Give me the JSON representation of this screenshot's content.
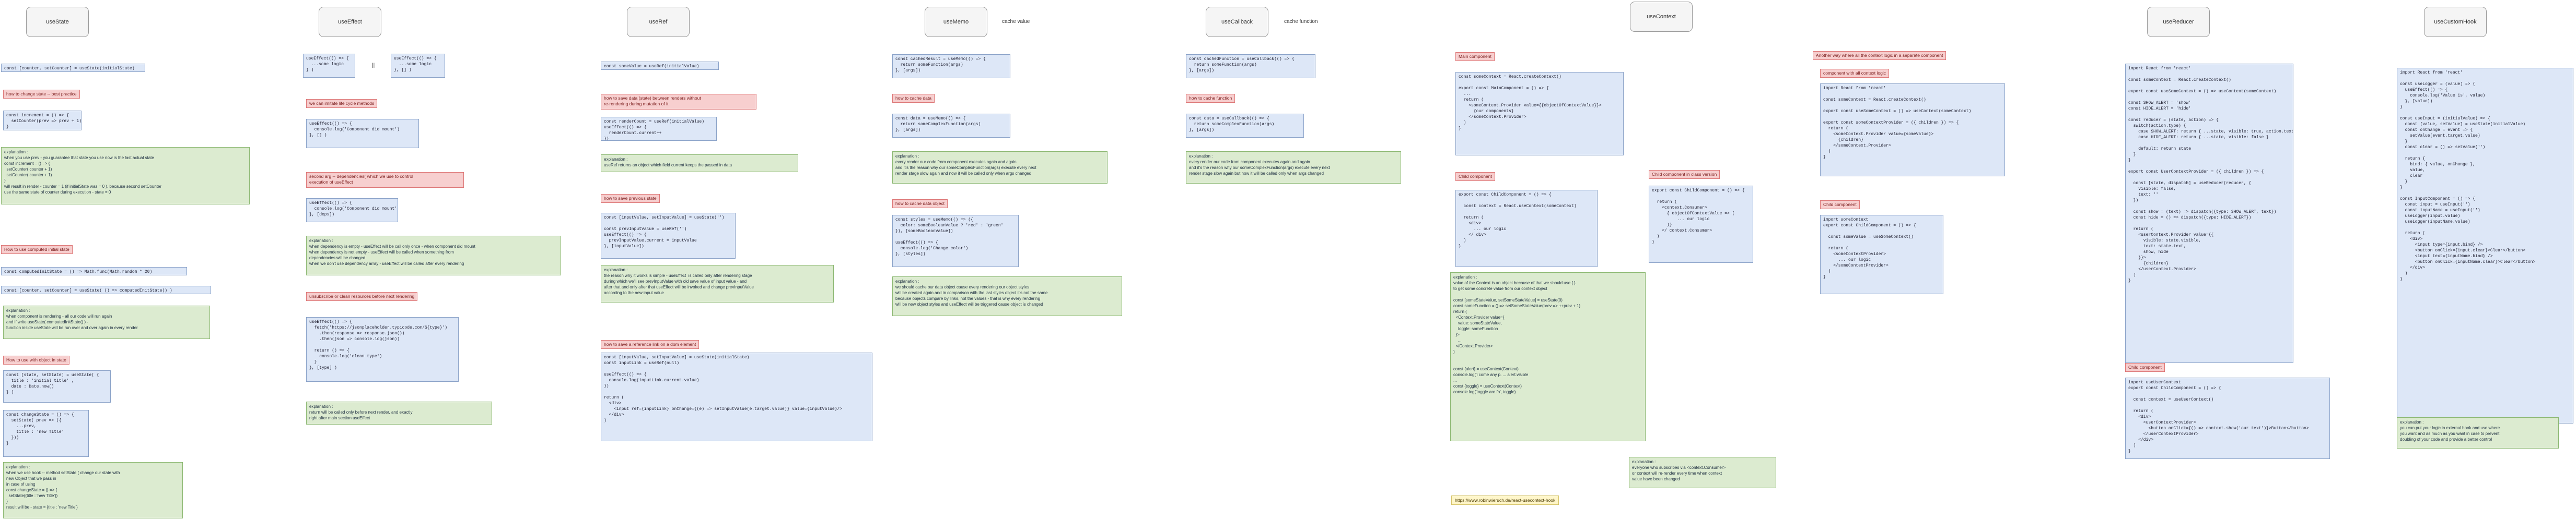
{
  "hooks": [
    {
      "name": "useState"
    },
    {
      "name": "useEffect"
    },
    {
      "name": "useRef"
    },
    {
      "name": "useMemo"
    },
    {
      "name": "useCallback"
    },
    {
      "name": "useContext"
    },
    {
      "name": "useReducer"
    },
    {
      "name": "useCustomHook"
    }
  ],
  "notes": {
    "memo": "cache value",
    "callback": "cache function"
  },
  "useState": {
    "decl": "const [counter, setCounter] = useState(initialState)",
    "change_title": "how to change state -- best practice",
    "change_code": "const increment = () => {\n  setCounter(prev => prev + 1)\n}",
    "explanation": "explanation :\nwhen you use prev - you guarantee that state you use now is the last actual state\nconst increment = () => {\n  setCounter( counter + 1)\n  setCounter( counter + 1)\n}\nwill result in render - counter = 1 (if initialState was = 0 ), because second setCounter\nuse the same state of counter during execution - state = 0",
    "computed_title": "How to use computed initial state",
    "computed_code": "const computedInitState = () => Math.func(Math.random * 20)",
    "computed_decl": "const [counter, setCounter] = useState( () => computedInitState() )",
    "computed_expl": "explanation :\nwhen component is rendering - all our code will run again\nand if write useState( computedInitState() ) -\nfunction inside useState will be run over and over again in every render",
    "object_title": "How to use with object in state",
    "object_code1": "const [state, setState] = useState( {\n  title : 'initial title' ,\n  date : Date.now()\n} )",
    "object_code2": "const changeState = () => {\n  setState( prev => ({\n    ...prev,\n    title : 'new Title'\n  }))\n}",
    "object_expl": "explanation :\nwhen we use hook -- method setState ( change our state with\nnew Object that we pass in\nin case of using\nconst changeState = () => {\n  setState({title : 'new Title'})\n}\nresult will be - state = {title : 'new Title'}"
  },
  "useEffect": {
    "code_a": "useEffect(() => {\n  ...some logic\n} )",
    "amp": "||",
    "code_b": "useEffect(() => {\n  ...some logic\n}, [] )",
    "lifecycle_title": "we can imitate life cycle methods",
    "lifecycle_code": "useEffect(() => {\n  console.log('Component did mount')\n}, [] )",
    "deps_title": "second arg -- dependencies( which we use to control\nexecution of useEffect",
    "deps_code": "useEffect(() => {\n  console.log('Component did mount')\n}, [deps])",
    "deps_expl": "explanation :\nwhen dependency is empty - useEffect will be call only once - when component did mount\nwhen dependency is not empty - useEffect will be called when something from\ndependencies will be changed\nwhen we don't use dependency array - useEffect will be called after every rendering",
    "unsub_title": "unsubscribe or clean resources before next rendering",
    "unsub_code": "useEffect(() => {\n  fetch('https://jsonplaceholder.typicode.com/${type}')\n    .then(response => response.json())\n    .then(json => console.log(json))\n\n  return () => {\n    console.log('clean type')\n  }\n}, [type] )",
    "unsub_expl": "explanation :\nreturn will be called only before next render, and exactly\nright after main section useEffect"
  },
  "useRef": {
    "decl": "const someValue = useRef(initialValue)",
    "save_title": "how to save data (state) between renders without\nre-rendering during mutation of it",
    "save_code": "const renderCount = useRef(initialValue)\nuseEffect(() => {\n  renderCount.current++\n})",
    "save_expl": "explanation :\nuseRef returns an object which field current keeps the passed in data",
    "prev_title": "how to save previous state",
    "prev_code": "const [inputValue, setInputValue] = useState('')\n\nconst prevInputValue = useRef('')\nuseEffect(() => {\n  prevInputValue.current = inputValue\n}, [inputValue])",
    "prev_expl": "explanation :\nthe reason why it works is simple - useEffect  is called only after rendering stage\nduring which we'll see prevInputValue with old save value of input value - and\nafter that and only after that useEffect will be invoked and change prevInputValue\naccording to the new input value",
    "dom_title": "how to save a reference link on a dom element",
    "dom_code": "const [inputValue, setInputValue] = useState(initialState)\nconst inputLink = useRef(null)\n\nuseEffect(() => {\n  console.log(inputLink.current.value)\n})\n\nreturn (\n  <div>\n    <input ref={inputLink} onChange={(e) => setInputValue(e.target.value)} value={inputValue}/>\n  </div>\n)"
  },
  "useMemo": {
    "decl": "const cachedResult = useMemo(() => {\n  return someFunction(args)\n}, [args])",
    "cache_title": "how to cache data",
    "cache_code": "const data = useMemo(() => {\n  return someComplexFunction(args)\n}, [args])",
    "cache_expl": "explanation :\nevery render our code from component executes again and again\nand it's the reason why our someComplexFunction(args) execute every next\nrender stage slow again and now it will be called only when args changed",
    "obj_title": "how to cache data object",
    "obj_code": "const styles = useMemo(() => ({\n  color: someBooleanValue ? 'red' : 'green'\n}), [someBooleanValue])\n\nuseEffect(() => {\n  console.log('Change color')\n}, [styles])",
    "obj_expl": "explanation :\nwe should cache our data object cause every rendering our object styles\nwill be created again and in comparison with the last styles object it's not the same\nbecause objects compare by links, not the values - that is why every rendering\nwill be new object styles and useEffect will be triggered cause object is changed"
  },
  "useCallback": {
    "decl": "const cachedFunction = useCallback(() => {\n  return someFunction(args)\n}, [args])",
    "fn_title": "how to cache function",
    "fn_code": "const data = useCallback(() => {\n  return someComplexFunction(args)\n}, [args])",
    "fn_expl": "explanation :\nevery render our code from component executes again and again\nand it's the reason why our someComplexFunction(args) execute every next\nrender stage slow again but now it will be called only when args changed"
  },
  "useContext": {
    "main_title": "Main component",
    "main_code": "const someContext = React.createContext()\n\nexport const MainComponent = () => {\n  ...\n  return (\n    <someContext.Provider value={{objectOfContextValue}}>\n      {our components}\n    </someContext.Provider>\n  )\n}",
    "child_title": "Child component",
    "child_code": "export const ChildComponent = () => {\n\n  const context = React.useContext(someContext)\n\n  return (\n    <div>\n      ... our logic\n    </ div>\n  )\n}",
    "class_title": "Child component  in class version",
    "class_code": "export const ChildComponent = () => {\n\n  return (\n    <context.Consumer>\n      { objectOfContextValue => (\n          ... our logic\n      )}\n    </ context.Consumer>\n  )\n}",
    "expl": "explanation :\nvalue of the Context is an object because of that we should use { }\nto get some concrete value from our context object\n\nconst [someStateValue, setSomeStateValue] = useState(0)\nconst someFunction = () => setSomeStateValue(prev => ++prev + 1)\nreturn (\n  <Context.Provider value={\n    value: someStateValue,\n    toggle: someFunction\n  }>\n    ...\n  </Context.Provider>\n)\n\n\nconst {alert} = useContext(Context)\nconsole.log('i come any p. ... alert.visible\n...\nconst {toggle} = useContext(Context)\nconsole.log('toggle are fn', toggle)",
    "class_expl": "explanation :\neveryone who subscribes via <context.Consumer>\nor context will re-render every time when context\nvalue have been changed",
    "link": "https://www.robinwieruch.de/react-usecontext-hook"
  },
  "contextAlt": {
    "title": "Another way where all the context logic in a separate component",
    "comp_title": "component with all context logic",
    "comp_code": "import React from 'react'\n\nconst someContext = React.createContext()\n\nexport const useSomeContext = () => useContext(someContext)\n\nexport const someContextProvider = ({ children }) => {\n  return (\n    <someContext.Provider value={someValue}>\n      {children}\n    </someContext.Provider>\n  )\n}",
    "child_title": "Child component",
    "child_code": "import someContext\nexport const ChildComponent = () => {\n\n  const someValue = useSomeContext()\n\n  return (\n    <someContextProvider>\n      ... our logic\n    </someContextProvider>\n  )\n}"
  },
  "useReducer": {
    "code": "import React from 'react'\n\nconst someContext = React.createContext()\n\nexport const useSomeContext = () => useContext(someContext)\n\nconst SHOW_ALERT = 'show'\nconst HIDE_ALERT = 'hide'\n\nconst reducer = (state, action) => {\n  switch(action.type) {\n    case SHOW_ALERT: return { ...state, visible: true, action.text }\n    case HIDE_ALERT: return { ...state, visible: false }\n\n    default: return state\n  }\n}\n\nexport const UserContextProvider = ({ children }) => {\n\n  const [state, dispatch] = useReducer(reducer, {\n    visible: false,\n    text: ''\n  })\n\n  const show = (text) => dispatch({type: SHOW_ALERT, text})\n  const hide = () => dispatch({type: HIDE_ALERT})\n\n  return (\n    <userContext.Provider value={{\n      visible: state.visible,\n      text: state.text,\n      show, hide\n    }}>\n      {children}\n    </userContext.Provider>\n  )\n}",
    "child_title": "Child component",
    "child_code": "import useUserContext\nexport const ChildComponent = () => {\n\n  const context = useUserContext()\n\n  return (\n    <div>\n      <userContextProvider>\n        <button onClick={() => context.show('our text')}>Button</button>\n      </userContextProvider>\n    </div>\n  )\n}"
  },
  "useCustomHook": {
    "code": "import React from 'react'\n\nconst useLogger = (value) => {\n  useEffect(() => {\n    console.log('Value is', value)\n  }, [value])\n}\n\nconst useInput = (initialValue) => {\n  const [value, setValue] = useState(initialValue)\n  const onChange = event => {\n    setValue(event.target.value)\n  }\n  const clear = () => setValue('')\n\n  return {\n    bind: { value, onChange },\n    value,\n    clear\n  }\n}\n\nconst InputComponent = () => {\n  const input = useInput('')\n  const inputName = useInput('')\n  useLogger(input.value)\n  useLogger(inputName.value)\n\n  return (\n    <div>\n      <input type={input.bind} />\n      <button onClick={input.clear}>Clear</button>\n      <input text={inputName.bind} />\n      <button onClick={inputName.clear}>Clear</button>\n    </div>\n  )\n}",
    "expl": "explanation :\nyou can put your logic in external hook and use where\nyou want and as much as you want in case to prevent\ndoubling of your code and provide a better control"
  }
}
